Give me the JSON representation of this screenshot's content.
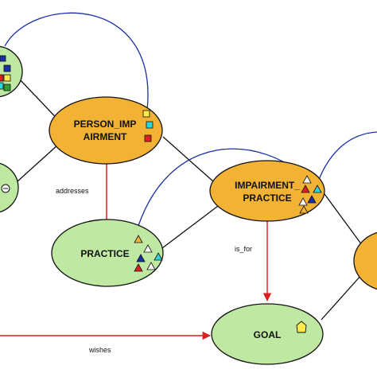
{
  "diagram": {
    "colors": {
      "orange_fill": "#f2b233",
      "green_fill": "#bfe8a3",
      "node_stroke": "#111111",
      "red_arrow": "#d92020",
      "blue_arc": "#1a2ea8",
      "black_line": "#111111"
    },
    "nodes": {
      "person_impairment": {
        "line1": "PERSON_IMP",
        "line2": "AIRMENT"
      },
      "impairment_practice": {
        "line1": "IMPAIRMENT_",
        "line2": "PRACTICE"
      },
      "practice": {
        "label": "PRACTICE"
      },
      "goal": {
        "label": "GOAL"
      }
    },
    "edges": {
      "addresses": "addresses",
      "is_for": "is_for",
      "wishes": "wishes"
    },
    "icons": {
      "square_colors": [
        "#ffe84a",
        "#2fd6d6",
        "#e02020"
      ],
      "triangle_colors": [
        "#f2b233",
        "#e02020",
        "#1a2ea8",
        "#bfe8a3",
        "#2fd6d6"
      ],
      "small_square_colors": [
        "#1a2ea8",
        "#ffe84a",
        "#e02020",
        "#2fd6d6",
        "#2fa02f"
      ],
      "pentagon_color": "#ffe84a"
    }
  }
}
